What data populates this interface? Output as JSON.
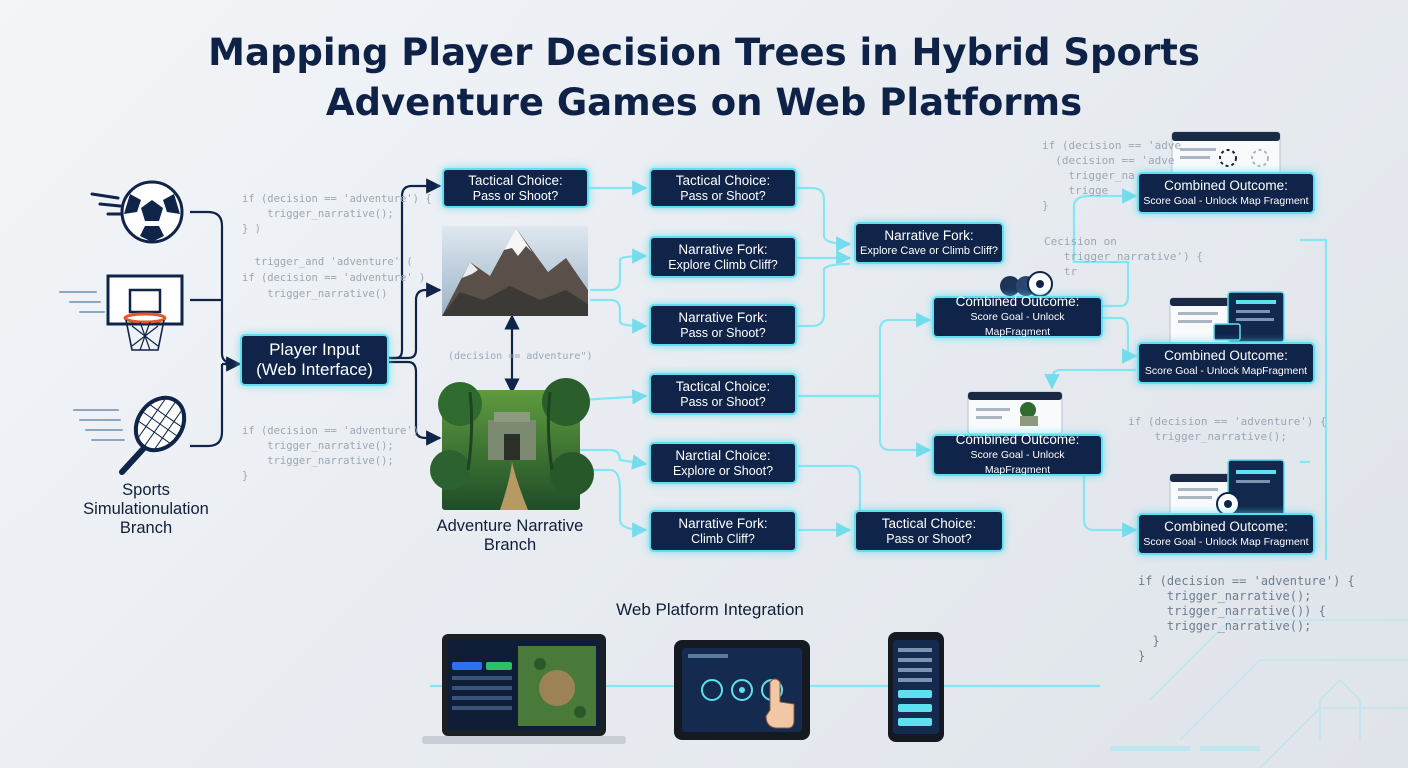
{
  "title": {
    "line1": "Mapping Player Decision Trees in Hybrid Sports",
    "line2": "Adventure Games on Web Platforms"
  },
  "branches": {
    "sports": [
      "Sports",
      "Simulationulation",
      "Branch"
    ],
    "adventure": [
      "Adventure Narrative",
      "Branch"
    ]
  },
  "input_node": [
    "Player Input",
    "(Web Interface)"
  ],
  "nodes": {
    "tactical_a": [
      "Tactical Choice:",
      "Pass or Shoot?"
    ],
    "tactical_b": [
      "Tactical Choice:",
      "Pass or Shoot?"
    ],
    "narrative_a": [
      "Narrative Fork:",
      "Explore Climb Cliff?"
    ],
    "narrative_b": [
      "Narrative Fork:",
      "Pass or Shoot?"
    ],
    "tactical_c": [
      "Tactical Choice:",
      "Pass or Shoot?"
    ],
    "narctial": [
      "Narctial Choice:",
      "Explore or Shoot?"
    ],
    "narrative_c": [
      "Narrative Fork:",
      "Climb Cliff?"
    ],
    "narrative_d": [
      "Narrative Fork:",
      "Explore Cave or Climb Cliff?"
    ],
    "tactical_d": [
      "Tactical Choice:",
      "Pass or Shoot?"
    ]
  },
  "outcomes": {
    "mid_top": [
      "Combined Outcome:",
      "Score Goal - Unlock MapFragment"
    ],
    "mid_bottom": [
      "Combined Outcome:",
      "Score Goal - Unlock MapFragment"
    ],
    "right_1": [
      "Combined Outcome:",
      "Score Goal - Unlock Map Fragment"
    ],
    "right_2": [
      "Combined Outcome:",
      "Score Goal - Unlock MapFragment"
    ],
    "right_3": [
      "Combined Outcome:",
      "Score Goal - Unlock Map Fragment"
    ]
  },
  "code_snippets": {
    "c1": "if (decision == 'adventure') {\n    trigger_narrative();\n} )",
    "c2": "  trigger_and 'adventure' (\nif (decision == 'adventure' )\n    trigger_narrative()",
    "c3": "if (decision == 'adventure')\n    trigger_narrative();\n    trigger_narrative();\n}",
    "c4": "(decision == adventure\")",
    "c5": "if (decision == 'adve\n  (decision == 'adve\n    trigger_na\n    trigge\n}",
    "c6": "Cecision on\n   trigger_narrative') {\n   tr",
    "c7": "if (decision == 'adventure') {\n    trigger_narrative();",
    "c8": "if (decision == 'adventure') {\n    trigger_narrative();\n    trigger_narrative()) {\n    trigger_narrative();\n  }\n}"
  },
  "integration": {
    "label": "Web Platform Integration"
  },
  "colors": {
    "node_fill": "#0f2448",
    "node_glow": "#5fe0f0",
    "wire_dark": "#0f2448",
    "wire_glow": "#7fe6f3"
  }
}
